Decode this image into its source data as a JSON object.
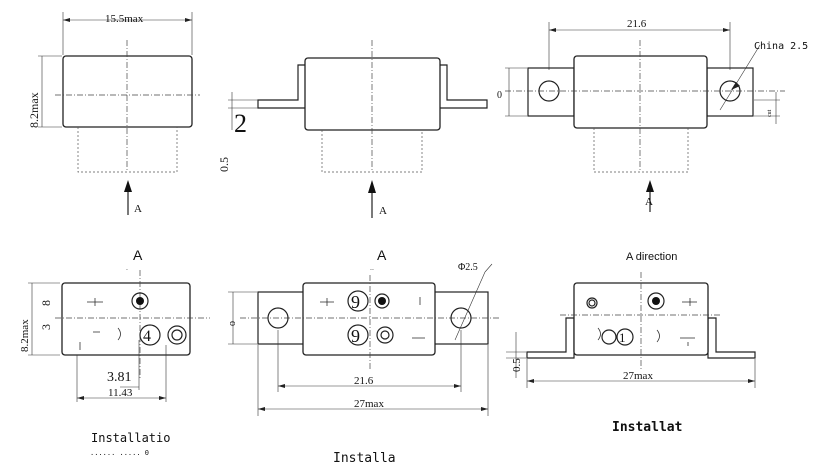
{
  "view1": {
    "dim_width": "15.5max",
    "dim_height": "8.2max",
    "arrow_label": "A"
  },
  "view2": {
    "dim_thickness": "2",
    "dim_offset": "0.5",
    "arrow_label": "A"
  },
  "view3": {
    "dim_pitch": "21.6",
    "dim_height": "0",
    "callout_hole": "China 2.5",
    "side_note": "cut",
    "arrow_label": "A"
  },
  "view4": {
    "title": "A",
    "dim_height": "8.2max",
    "dim_8": "8",
    "dim_3": "3",
    "dim_381": "3.81",
    "dim_1143": "11.43",
    "pin_number": "4",
    "caption": "Installatio",
    "caption_sub": "...... ..... 0"
  },
  "view5": {
    "title": "A",
    "callout_hole": "Φ2.5",
    "pin_top": "9",
    "pin_bottom": "9",
    "dim_o": "o",
    "dim_pitch": "21.6",
    "dim_overall": "27max",
    "caption": "Installa"
  },
  "view6": {
    "title": "A direction",
    "dim_thickness": "0.5",
    "dim_overall": "27max",
    "pin_label": "1",
    "caption": "Installat"
  }
}
